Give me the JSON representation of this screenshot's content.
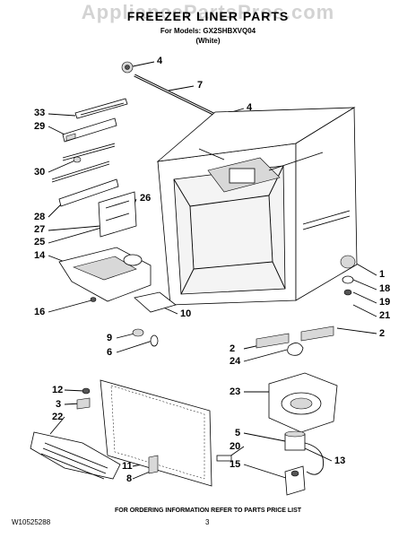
{
  "watermark": "AppliancePartsPros.com",
  "title": "FREEZER LINER PARTS",
  "subtitle_line1": "For Models: GX2SHBXVQ04",
  "subtitle_line2": "(White)",
  "callouts": {
    "c4a": "4",
    "c7": "7",
    "c4b": "4",
    "c33": "33",
    "c29": "29",
    "c30": "30",
    "c26": "26",
    "c28": "28",
    "c27": "27",
    "c25": "25",
    "c14": "14",
    "c1": "1",
    "c18": "18",
    "c19": "19",
    "c21": "21",
    "c16": "16",
    "c10": "10",
    "c9": "9",
    "c6": "6",
    "c2": "2",
    "c24": "24",
    "c23": "23",
    "c12": "12",
    "c3": "3",
    "c22": "22",
    "c5": "5",
    "c20": "20",
    "c13": "13",
    "c11": "11",
    "c8": "8",
    "c15": "15"
  },
  "footer_note": "FOR ORDERING INFORMATION REFER TO PARTS PRICE LIST",
  "doc_number": "W10525288",
  "page_number": "3"
}
